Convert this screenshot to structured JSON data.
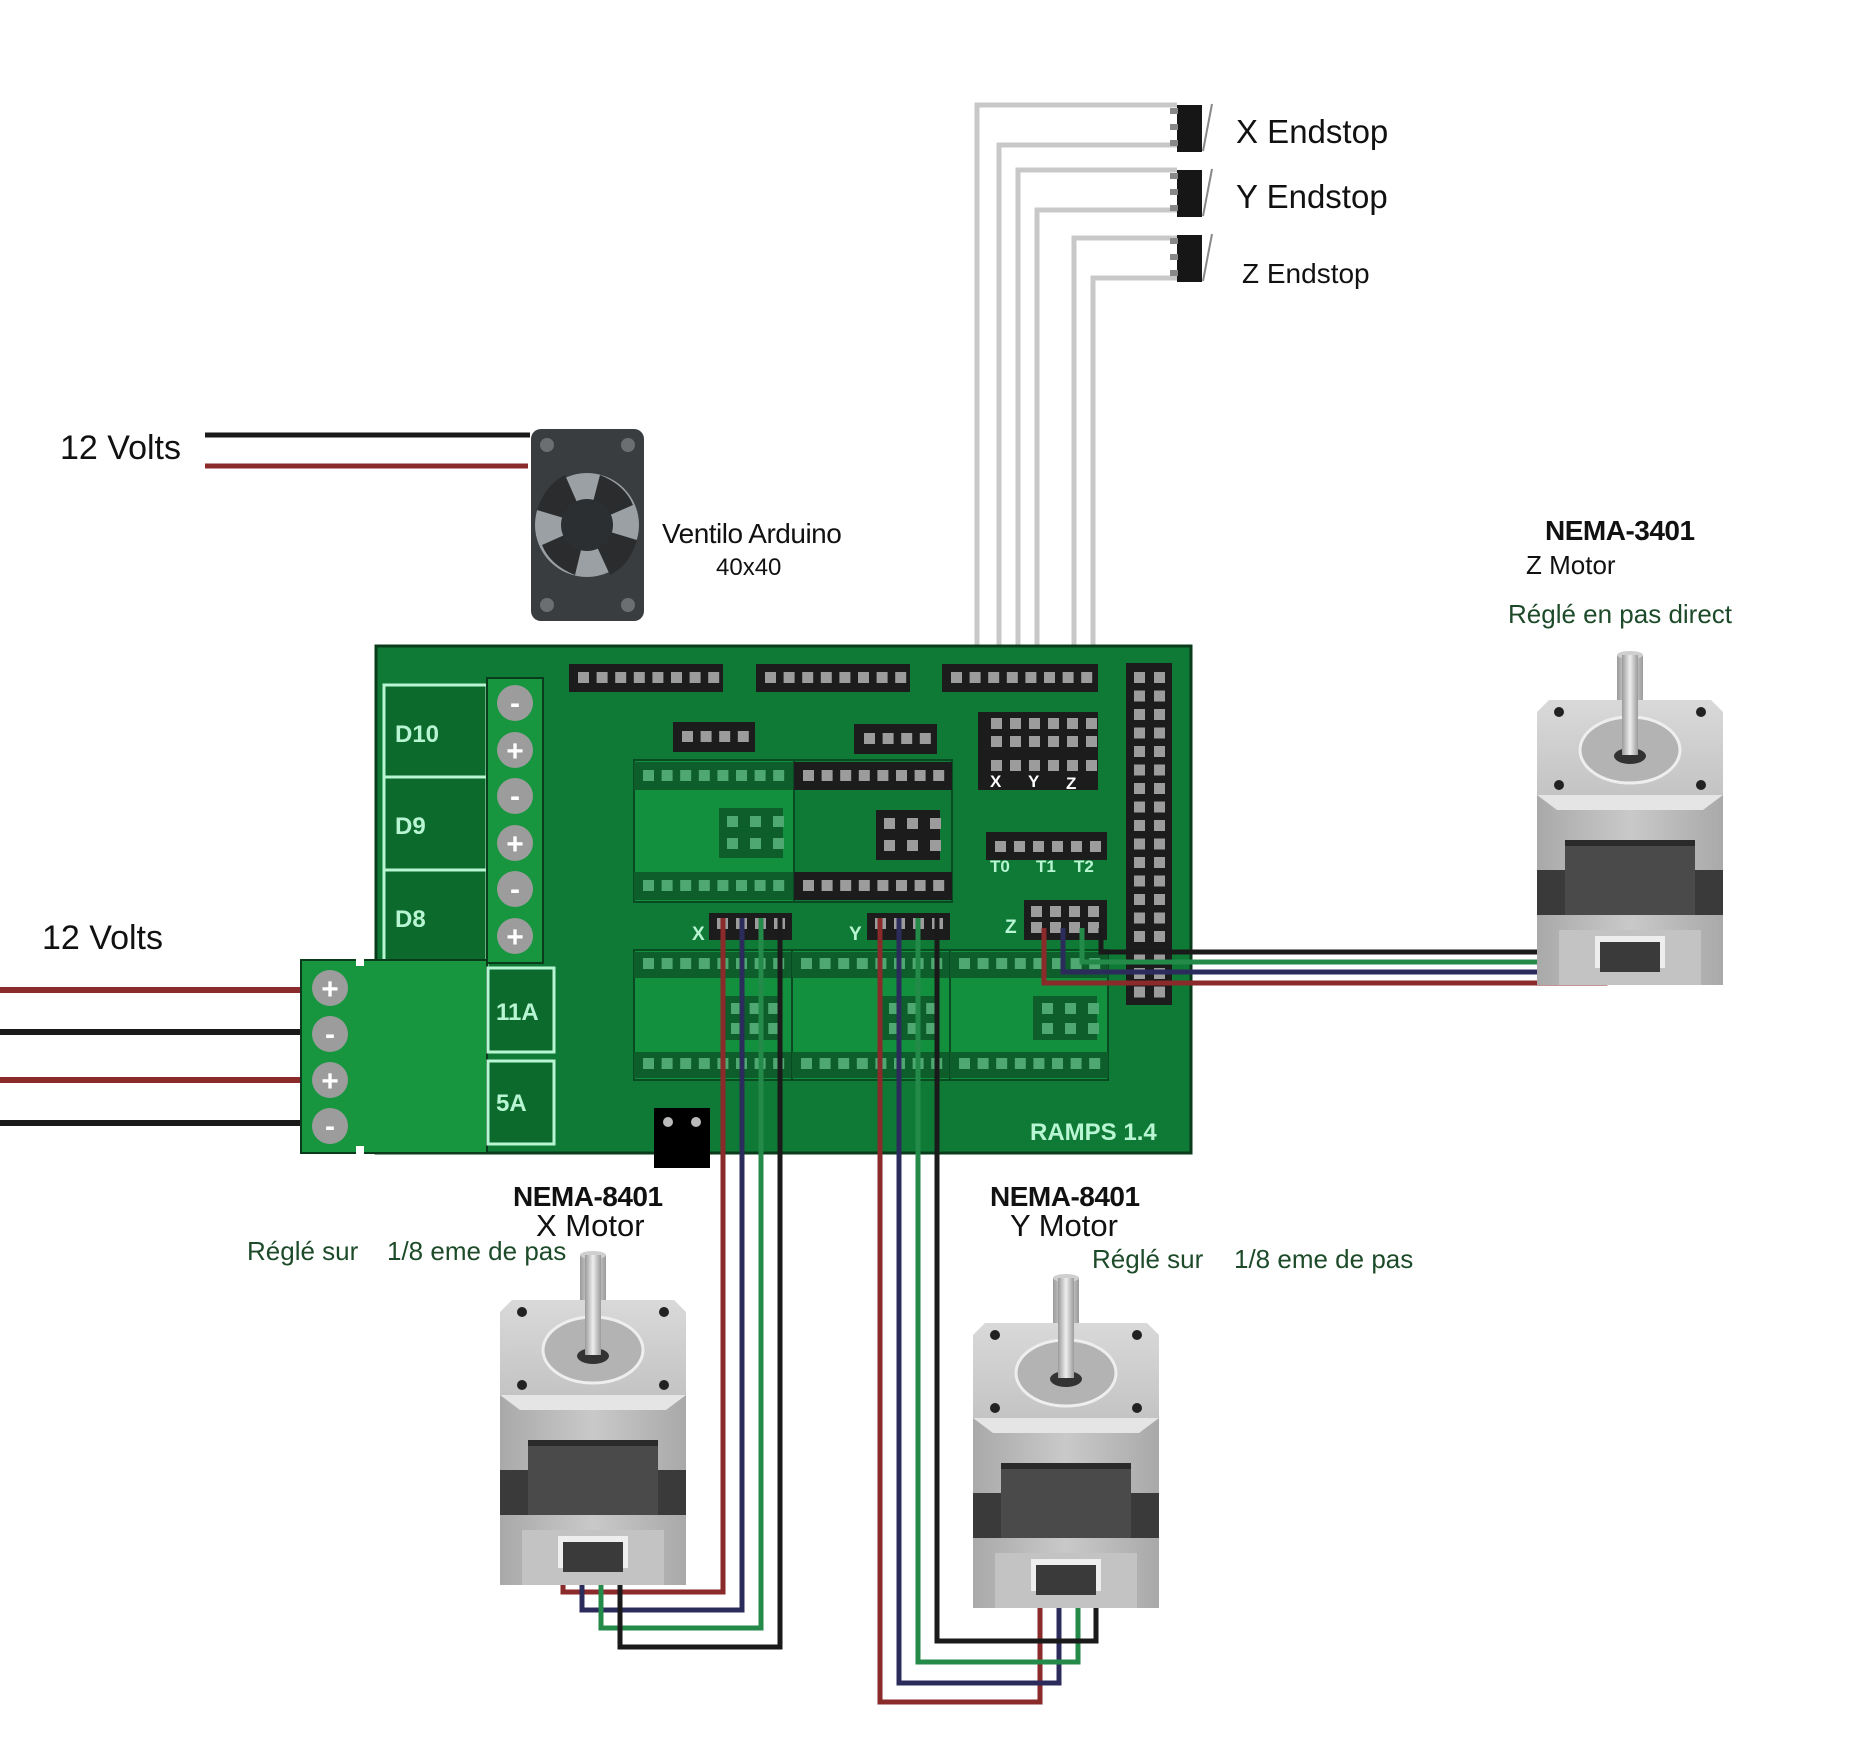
{
  "title": "RAMPS 1.4 wiring diagram",
  "colors": {
    "pcb": "#0f7a35",
    "pcb_label": "#b8f5d2",
    "wire_red": "#8a2a2a",
    "wire_blue": "#2c2c5c",
    "wire_green": "#248a4a",
    "wire_black": "#1a1a1a",
    "endstop_wire": "#c8c8c8",
    "setting_text": "#1d4b2a"
  },
  "endstops": [
    {
      "label": "X Endstop"
    },
    {
      "label": "Y Endstop"
    },
    {
      "label": "Z Endstop"
    }
  ],
  "fan": {
    "supply_label": "12 Volts",
    "name": "Ventilo Arduino",
    "size": "40x40"
  },
  "power": {
    "supply_label": "12 Volts",
    "terminals": [
      "+",
      "-",
      "+",
      "-"
    ],
    "fuse_labels": [
      "11A",
      "5A"
    ]
  },
  "board": {
    "name": "RAMPS 1.4",
    "outputs": [
      {
        "label": "D10",
        "terminals": [
          "-",
          "+"
        ]
      },
      {
        "label": "D9",
        "terminals": [
          "-",
          "+"
        ]
      },
      {
        "label": "D8",
        "terminals": [
          "-",
          "+"
        ]
      }
    ],
    "endstop_header_labels": [
      "X",
      "Y",
      "Z"
    ],
    "thermistor_labels": [
      "T0",
      "T1",
      "T2"
    ],
    "motor_connector_labels": [
      "X",
      "Y",
      "Z"
    ]
  },
  "motors": {
    "z": {
      "model": "NEMA-3401",
      "axis": "Z Motor",
      "setting": "Réglé en pas direct"
    },
    "x": {
      "model": "NEMA-8401",
      "axis": "X Motor",
      "setting_prefix": "Réglé sur",
      "setting_value": "1/8 eme de pas"
    },
    "y": {
      "model": "NEMA-8401",
      "axis": "Y Motor",
      "setting_prefix": "Réglé sur",
      "setting_value": "1/8 eme de pas"
    }
  }
}
